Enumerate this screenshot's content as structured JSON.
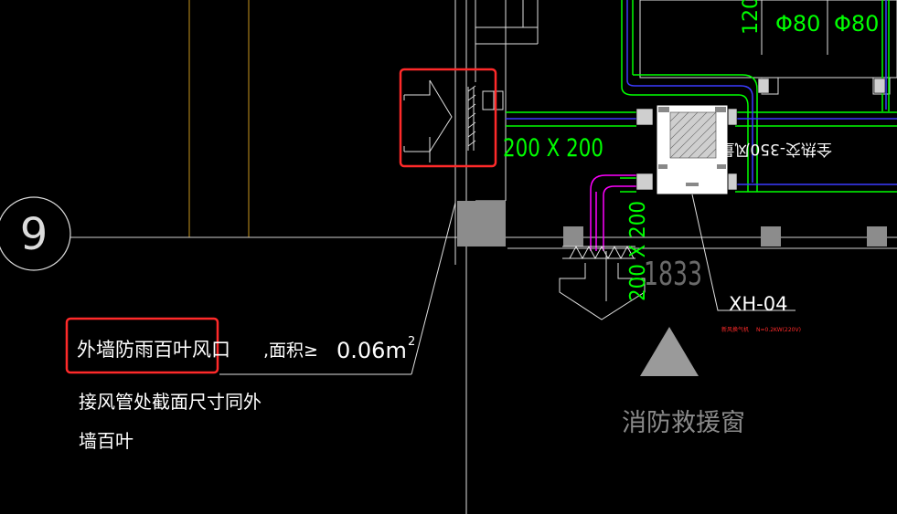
{
  "drawing": {
    "axis_bubble": "9",
    "louver_label": "外墙防雨百叶风口",
    "area_note": ",面积≥",
    "area_value": "0.06m",
    "area_superscript": "2",
    "note_line1": "接风管处截面尺寸同外",
    "note_line2": "墙百叶",
    "duct_size_horizontal": "200 X 200",
    "duct_size_vertical": "200 X 200",
    "dim_value": "1833",
    "dim_top": "120",
    "pipe_label_1": "Φ80",
    "pipe_label_2": "Φ80",
    "unit_tag": "XH-04",
    "unit_small_left": "新风换气机",
    "unit_small_right": "N=0.2KW(220V)",
    "rotated_label": "全热交-350风量",
    "rescue_window": "消防救援窗"
  },
  "colors": {
    "background": "#000000",
    "wall": "#ffffff",
    "duct_green": "#00ff00",
    "duct_blue": "#3b3bff",
    "duct_magenta": "#ff00ff",
    "highlight_red": "#ff2a2a",
    "axis_orange": "#c8961e",
    "grey_column": "#8c8c8c"
  }
}
